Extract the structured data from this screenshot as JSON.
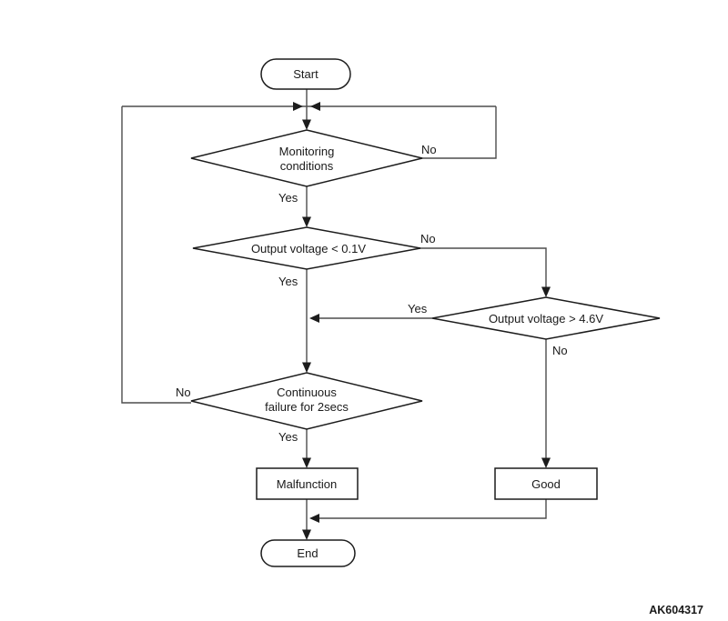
{
  "diagram": {
    "type": "flowchart",
    "reference_code": "AK604317",
    "nodes": {
      "start": {
        "shape": "terminator",
        "label": "Start"
      },
      "monitoring": {
        "shape": "decision",
        "label": "Monitoring conditions",
        "lines": [
          "Monitoring",
          "conditions"
        ]
      },
      "output_low": {
        "shape": "decision",
        "label": "Output voltage < 0.1V"
      },
      "output_high": {
        "shape": "decision",
        "label": "Output voltage > 4.6V"
      },
      "continuous": {
        "shape": "decision",
        "label": "Continuous failure for 2secs",
        "lines": [
          "Continuous",
          "failure for 2secs"
        ]
      },
      "malfunction": {
        "shape": "process",
        "label": "Malfunction"
      },
      "good": {
        "shape": "process",
        "label": "Good"
      },
      "end": {
        "shape": "terminator",
        "label": "End"
      }
    },
    "edges": [
      {
        "from": "start",
        "to": "monitoring"
      },
      {
        "from": "monitoring",
        "to": "output_low",
        "label": "Yes"
      },
      {
        "from": "monitoring",
        "to": "entry_junction",
        "label": "No"
      },
      {
        "from": "output_low",
        "to": "continuous",
        "label": "Yes"
      },
      {
        "from": "output_low",
        "to": "output_high",
        "label": "No"
      },
      {
        "from": "output_high",
        "to": "continuous",
        "label": "Yes"
      },
      {
        "from": "output_high",
        "to": "good",
        "label": "No"
      },
      {
        "from": "continuous",
        "to": "malfunction",
        "label": "Yes"
      },
      {
        "from": "continuous",
        "to": "entry_junction",
        "label": "No"
      },
      {
        "from": "malfunction",
        "to": "end"
      },
      {
        "from": "good",
        "to": "end"
      }
    ]
  }
}
